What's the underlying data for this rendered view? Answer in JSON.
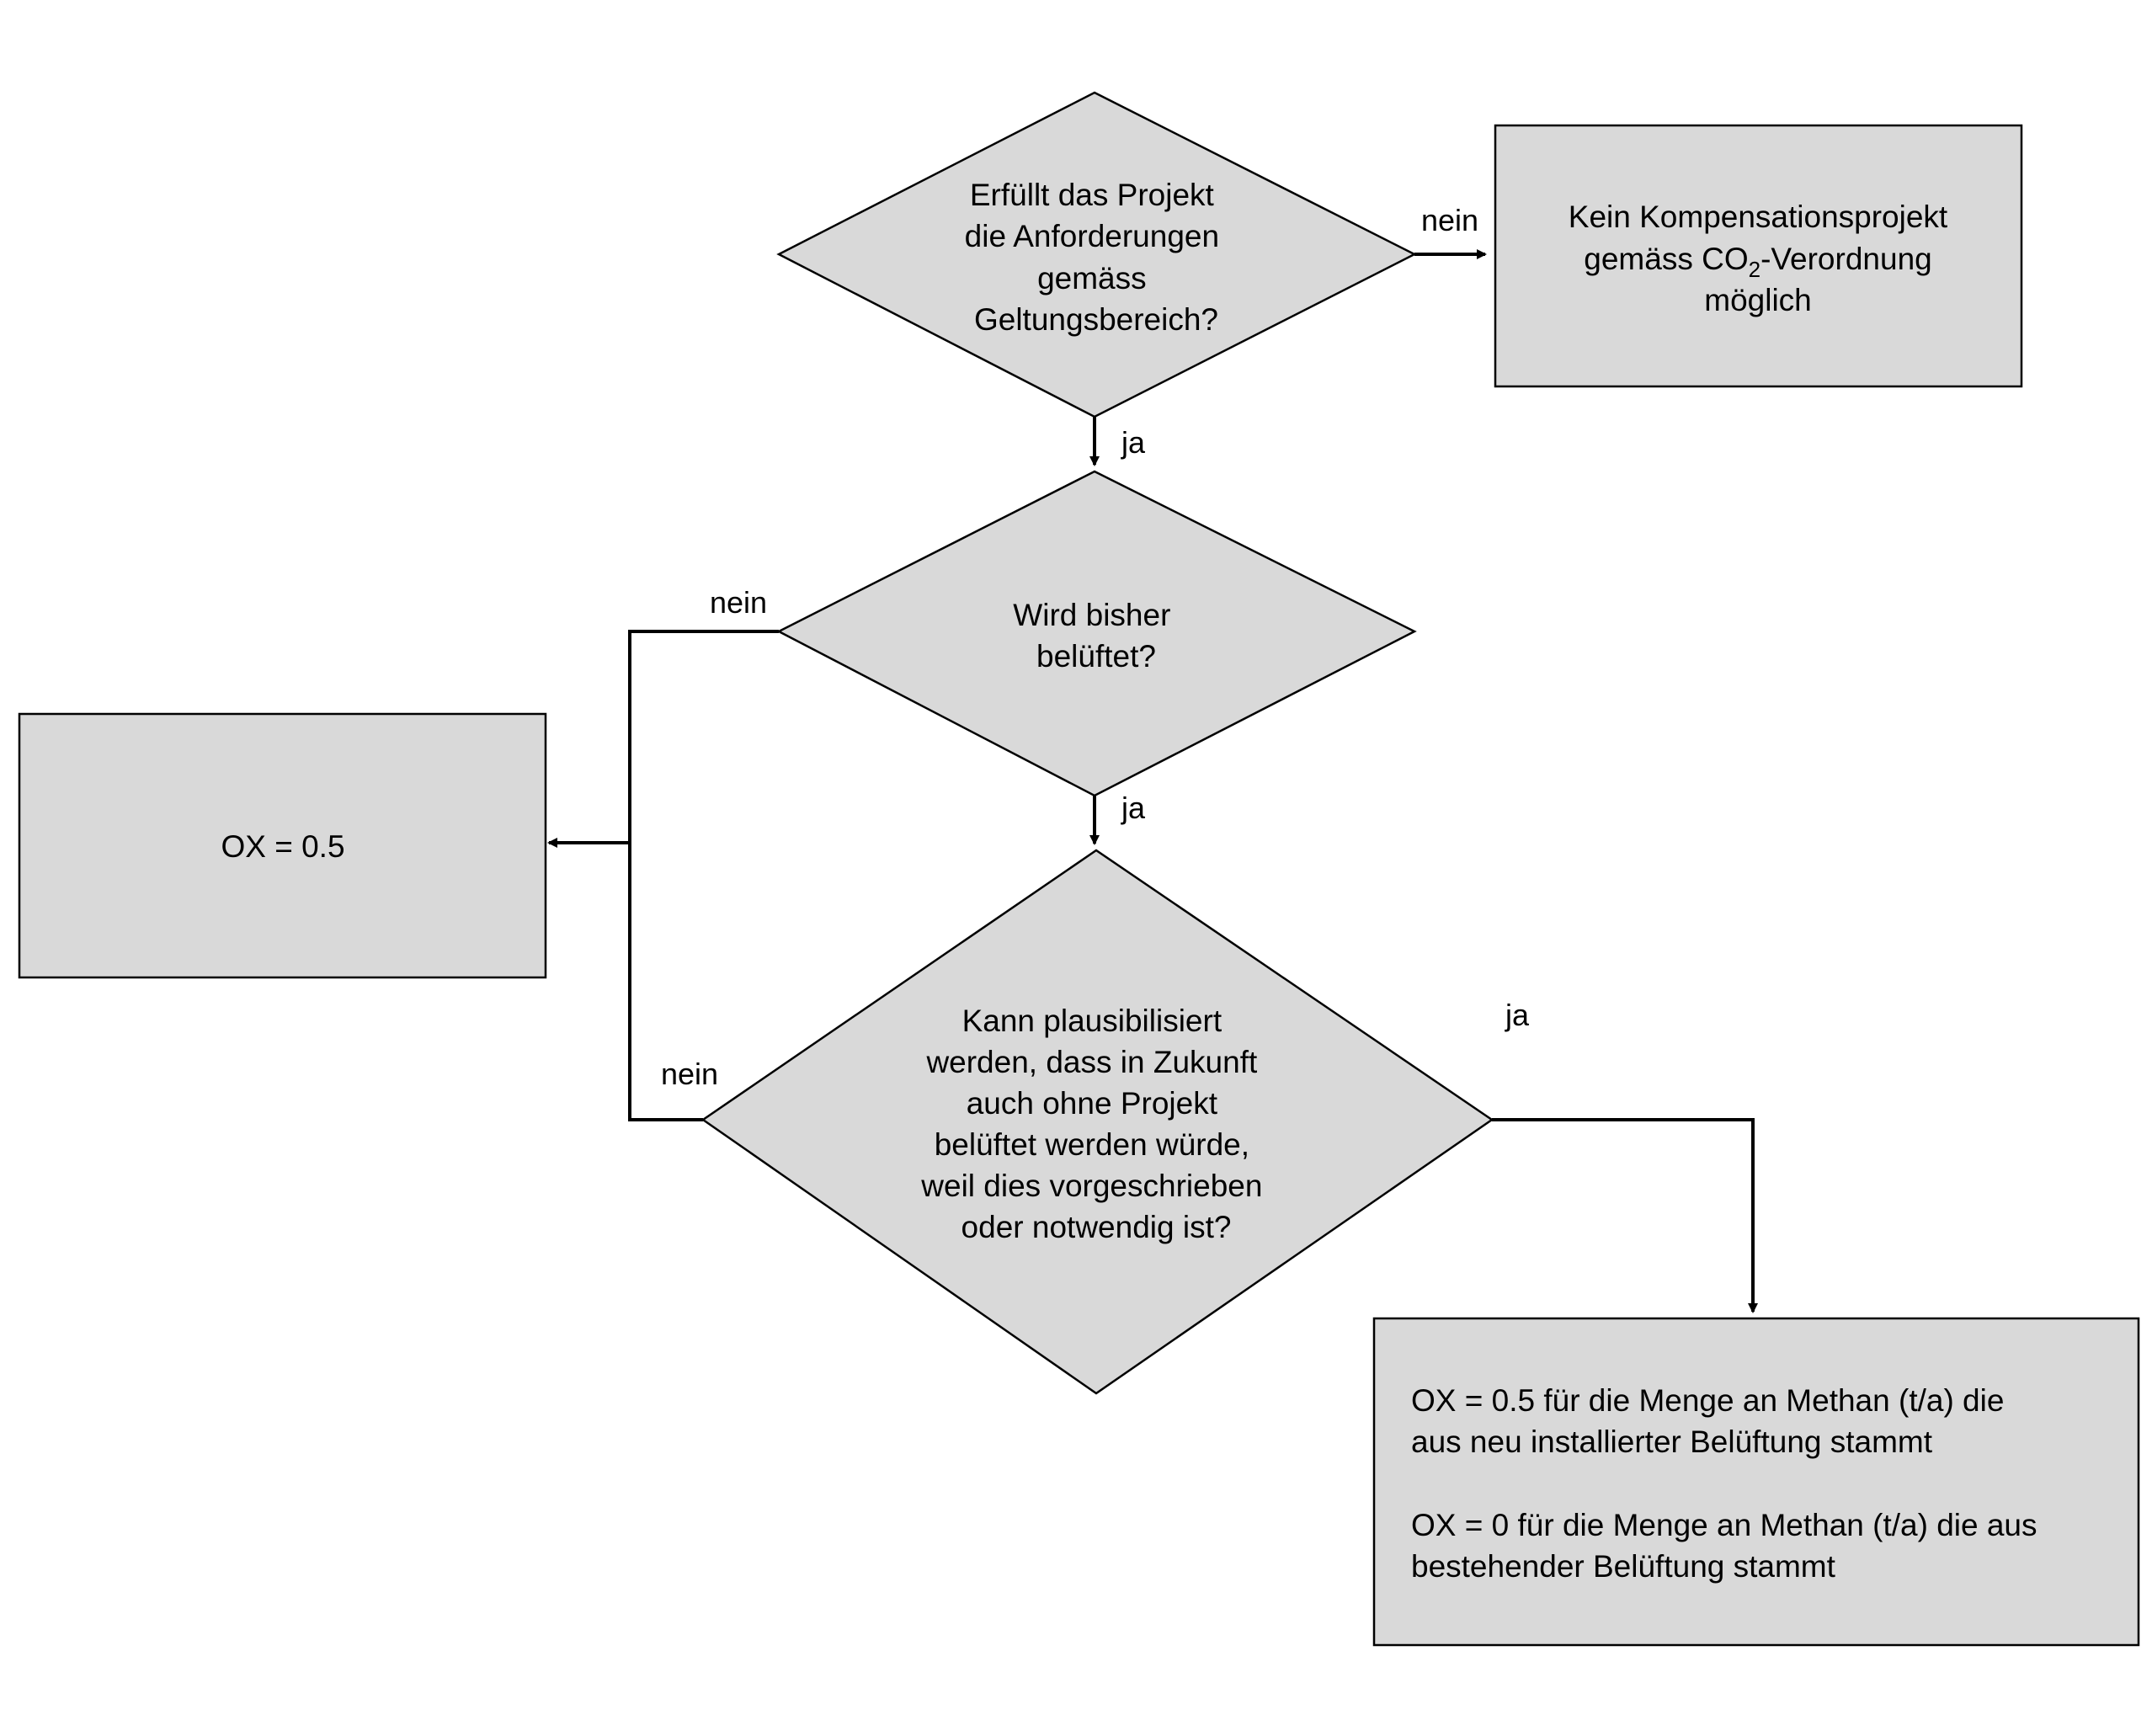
{
  "colors": {
    "node_fill": "#d9d9d9",
    "stroke": "#000000",
    "background": "#ffffff"
  },
  "nodes": {
    "q1": {
      "lines": [
        "Erfüllt das Projekt",
        "die Anforderungen",
        "gemäss",
        "Geltungsbereich?"
      ]
    },
    "q2": {
      "lines": [
        "Wird bisher",
        "belüftet?"
      ]
    },
    "q3": {
      "lines": [
        "Kann plausibilisiert",
        "werden, dass in Zukunft",
        "auch ohne Projekt",
        "belüftet werden würde,",
        "weil dies vorgeschrieben",
        "oder notwendig ist?"
      ]
    },
    "result_no_project": {
      "line1": "Kein Kompensationsprojekt",
      "line2_pre": "gemäss CO",
      "line2_sub": "2",
      "line2_post": "-Verordnung",
      "line3": "möglich"
    },
    "result_ox_half": {
      "text": "OX = 0.5"
    },
    "result_split": {
      "lines": [
        "OX = 0.5 für die Menge an Methan (t/a) die",
        "aus neu installierter Belüftung stammt",
        "OX = 0 für die Menge an Methan (t/a) die aus",
        "bestehender Belüftung stammt"
      ]
    }
  },
  "edges": {
    "q1_nein": "nein",
    "q1_ja": "ja",
    "q2_nein": "nein",
    "q2_ja": "ja",
    "q3_nein": "nein",
    "q3_ja": "ja"
  }
}
